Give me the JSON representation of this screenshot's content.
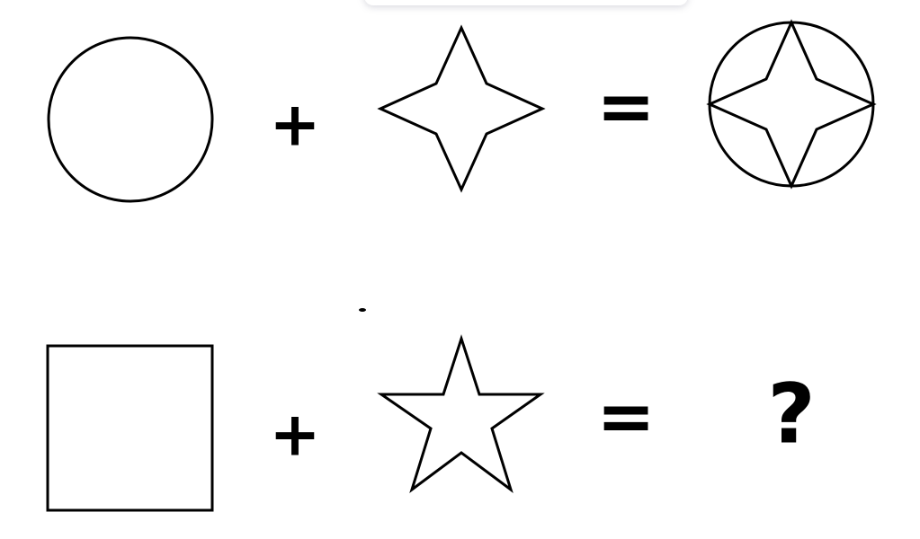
{
  "row1": {
    "operand_a": "circle",
    "plus": "+",
    "operand_b": "four-pointed-star",
    "equals": "=",
    "result": "circle-with-four-pointed-star"
  },
  "row2": {
    "operand_a": "square",
    "plus": "+",
    "operand_b": "five-pointed-star",
    "equals": "=",
    "answer": "?"
  },
  "colors": {
    "stroke": "#000000",
    "background": "#ffffff"
  }
}
